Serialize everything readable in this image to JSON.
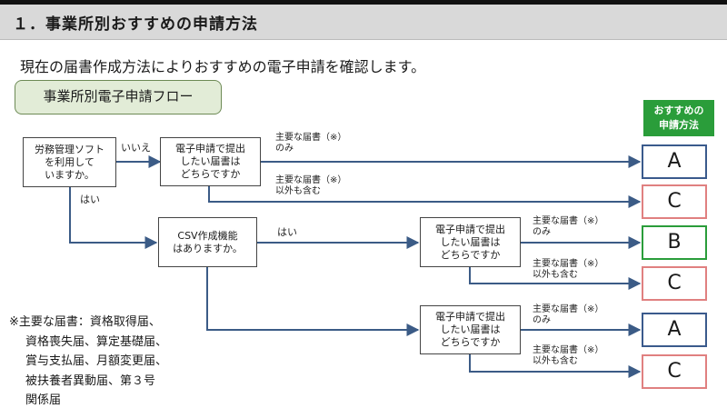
{
  "section_heading": "１．事業所別おすすめの申請方法",
  "intro_text": "現在の届書作成方法によりおすすめの電子申請を確認します。",
  "flow_title": "事業所別電子申請フロー",
  "recommended_badge": [
    "おすすめの",
    "申請方法"
  ],
  "questions": {
    "q1": [
      "労務管理ソフト",
      "を利用して",
      "いますか。"
    ],
    "q2": [
      "電子申請で提出",
      "したい届書は",
      "どちらですか"
    ],
    "q3": [
      "CSV作成機能",
      "はありますか。"
    ],
    "q4": [
      "電子申請で提出",
      "したい届書は",
      "どちらですか"
    ],
    "q5": [
      "電子申請で提出",
      "したい届書は",
      "どちらですか"
    ]
  },
  "edge_labels": {
    "no": "いいえ",
    "yes_down": "はい",
    "yes_right": "はい",
    "main_only": [
      "主要な届書（※）",
      "のみ"
    ],
    "other_too": [
      "主要な届書（※）",
      "以外も含む"
    ]
  },
  "answers": [
    {
      "letter": "A",
      "color": "#3a5a8c"
    },
    {
      "letter": "C",
      "color": "#e08080"
    },
    {
      "letter": "B",
      "color": "#2a9d3a"
    },
    {
      "letter": "C",
      "color": "#e08080"
    },
    {
      "letter": "A",
      "color": "#3a5a8c"
    },
    {
      "letter": "C",
      "color": "#e08080"
    }
  ],
  "footnote": [
    "※主要な届書：資格取得届、",
    "資格喪失届、算定基礎届、",
    "賞与支払届、月額変更届、",
    "被扶養者異動届、第３号",
    "関係届"
  ]
}
